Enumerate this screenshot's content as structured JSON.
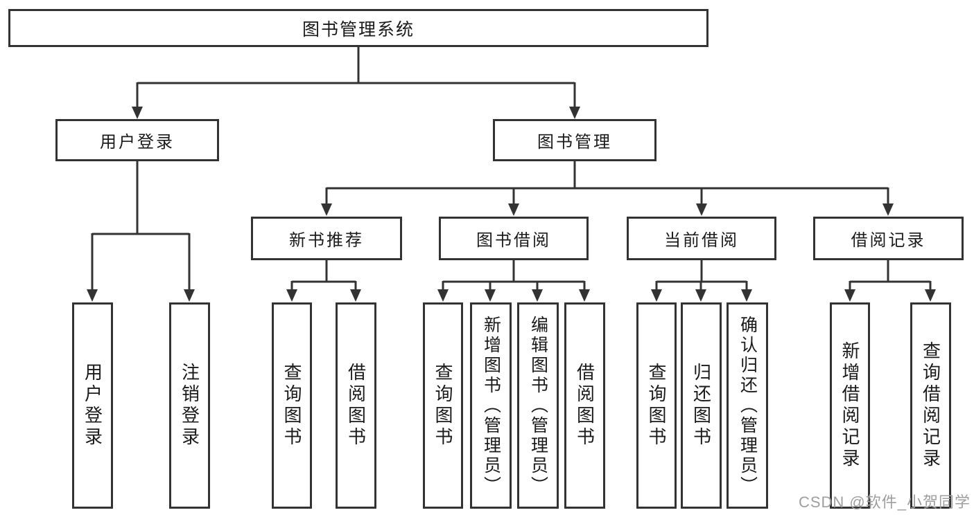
{
  "diagram": {
    "root": {
      "label": "图书管理系统",
      "children": [
        {
          "label": "用户登录",
          "children": [
            {
              "label": "用户登录"
            },
            {
              "label": "注销登录"
            }
          ]
        },
        {
          "label": "图书管理",
          "children": [
            {
              "label": "新书推荐",
              "children": [
                {
                  "label": "查询图书"
                },
                {
                  "label": "借阅图书"
                }
              ]
            },
            {
              "label": "图书借阅",
              "children": [
                {
                  "label": "查询图书"
                },
                {
                  "label": "新增图书（管理员）"
                },
                {
                  "label": "编辑图书（管理员）"
                },
                {
                  "label": "借阅图书"
                }
              ]
            },
            {
              "label": "当前借阅",
              "children": [
                {
                  "label": "查询图书"
                },
                {
                  "label": "归还图书"
                },
                {
                  "label": "确认归还（管理员）"
                }
              ]
            },
            {
              "label": "借阅记录",
              "children": [
                {
                  "label": "新增借阅记录"
                },
                {
                  "label": "查询借阅记录"
                }
              ]
            }
          ]
        }
      ]
    }
  },
  "watermark": {
    "text": "CSDN @软件_小贺同学"
  },
  "colors": {
    "line": "#333333",
    "box_border": "#333333",
    "text": "#1a1a1a",
    "watermark": "#9e9e9e",
    "background": "#ffffff"
  }
}
